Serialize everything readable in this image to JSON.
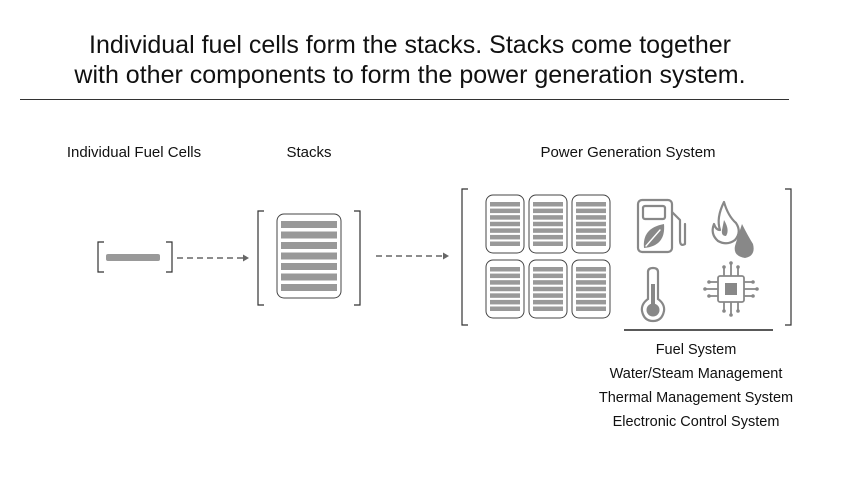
{
  "title": {
    "line1": "Individual fuel cells form the stacks. Stacks come together",
    "line2": "with other components to form the power generation system."
  },
  "labels": {
    "cells": "Individual Fuel Cells",
    "stacks": "Stacks",
    "system": "Power Generation System"
  },
  "components": [
    "Fuel System",
    "Water/Steam Management",
    "Thermal Management System",
    "Electronic Control System"
  ],
  "icons": [
    "fuel-pump-leaf-icon",
    "water-flame-drops-icon",
    "thermometer-icon",
    "microchip-icon"
  ],
  "colors": {
    "stroke": "#333333",
    "plate": "#999999",
    "icon": "#888888"
  }
}
